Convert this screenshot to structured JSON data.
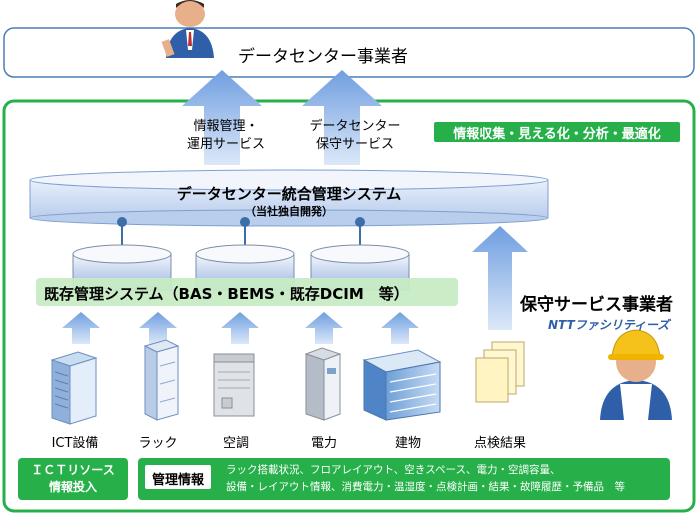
{
  "operator": {
    "title": "データセンター事業者"
  },
  "services": {
    "info_mgmt": [
      "情報管理・",
      "運用サービス"
    ],
    "maintenance": [
      "データセンター",
      "保守サービス"
    ]
  },
  "badge": {
    "text": "情報収集・見える化・分析・最適化"
  },
  "dcim": {
    "title": "データセンター統合管理システム",
    "subtitle": "（当社独自開発）"
  },
  "existing": {
    "title": "既存管理システム（BAS・BEMS・既存DCIM　等）"
  },
  "maintainer": {
    "title": "保守サービス事業者",
    "company": "NTTファシリティーズ"
  },
  "equipment": [
    {
      "label": "ICT設備",
      "icon": "server-rack-icon"
    },
    {
      "label": "ラック",
      "icon": "rack-icon"
    },
    {
      "label": "空調",
      "icon": "air-conditioner-icon"
    },
    {
      "label": "電力",
      "icon": "power-unit-icon"
    },
    {
      "label": "建物",
      "icon": "building-icon"
    },
    {
      "label": "点検結果",
      "icon": "documents-icon"
    }
  ],
  "ict_resource": {
    "lines": [
      "ＩＣＴリソース",
      "情報投入"
    ]
  },
  "mgmt_info": {
    "label": "管理情報",
    "lines": [
      "ラック搭載状況、フロアレイアウト、空きスペース、電力・空調容量、",
      "設備・レイアウト情報、消費電力・温湿度・点検計画・結果・故障履歴・予備品　等"
    ]
  },
  "colors": {
    "accent_green": "#27b04a",
    "frame_blue": "#4b7db8",
    "arrow_blue": "#8fb3e6",
    "band_green": "#c7ebc4"
  }
}
